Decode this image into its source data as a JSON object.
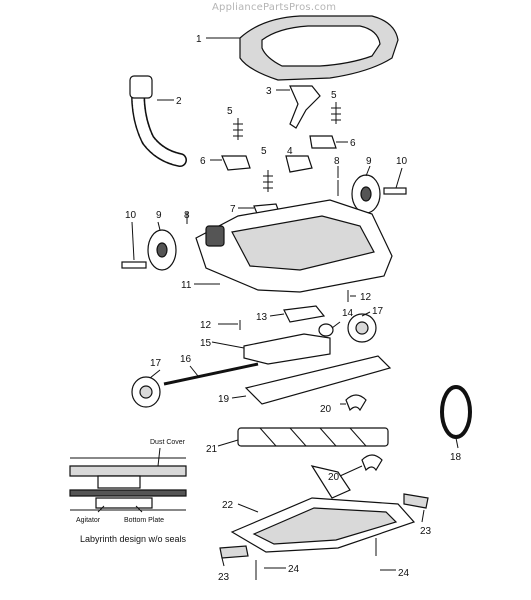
{
  "watermark": "AppliancePartsPros.com",
  "callouts": [
    "1",
    "2",
    "3",
    "4",
    "5",
    "6",
    "7",
    "8",
    "9",
    "10",
    "11",
    "12",
    "13",
    "14",
    "15",
    "16",
    "17",
    "18",
    "19",
    "20",
    "21",
    "22",
    "23",
    "24"
  ],
  "inset": {
    "dust_cover": "Dust Cover",
    "agitator": "Agitator",
    "bottom_plate": "Bottom Plate",
    "caption": "Labyrinth design w/o seals"
  }
}
